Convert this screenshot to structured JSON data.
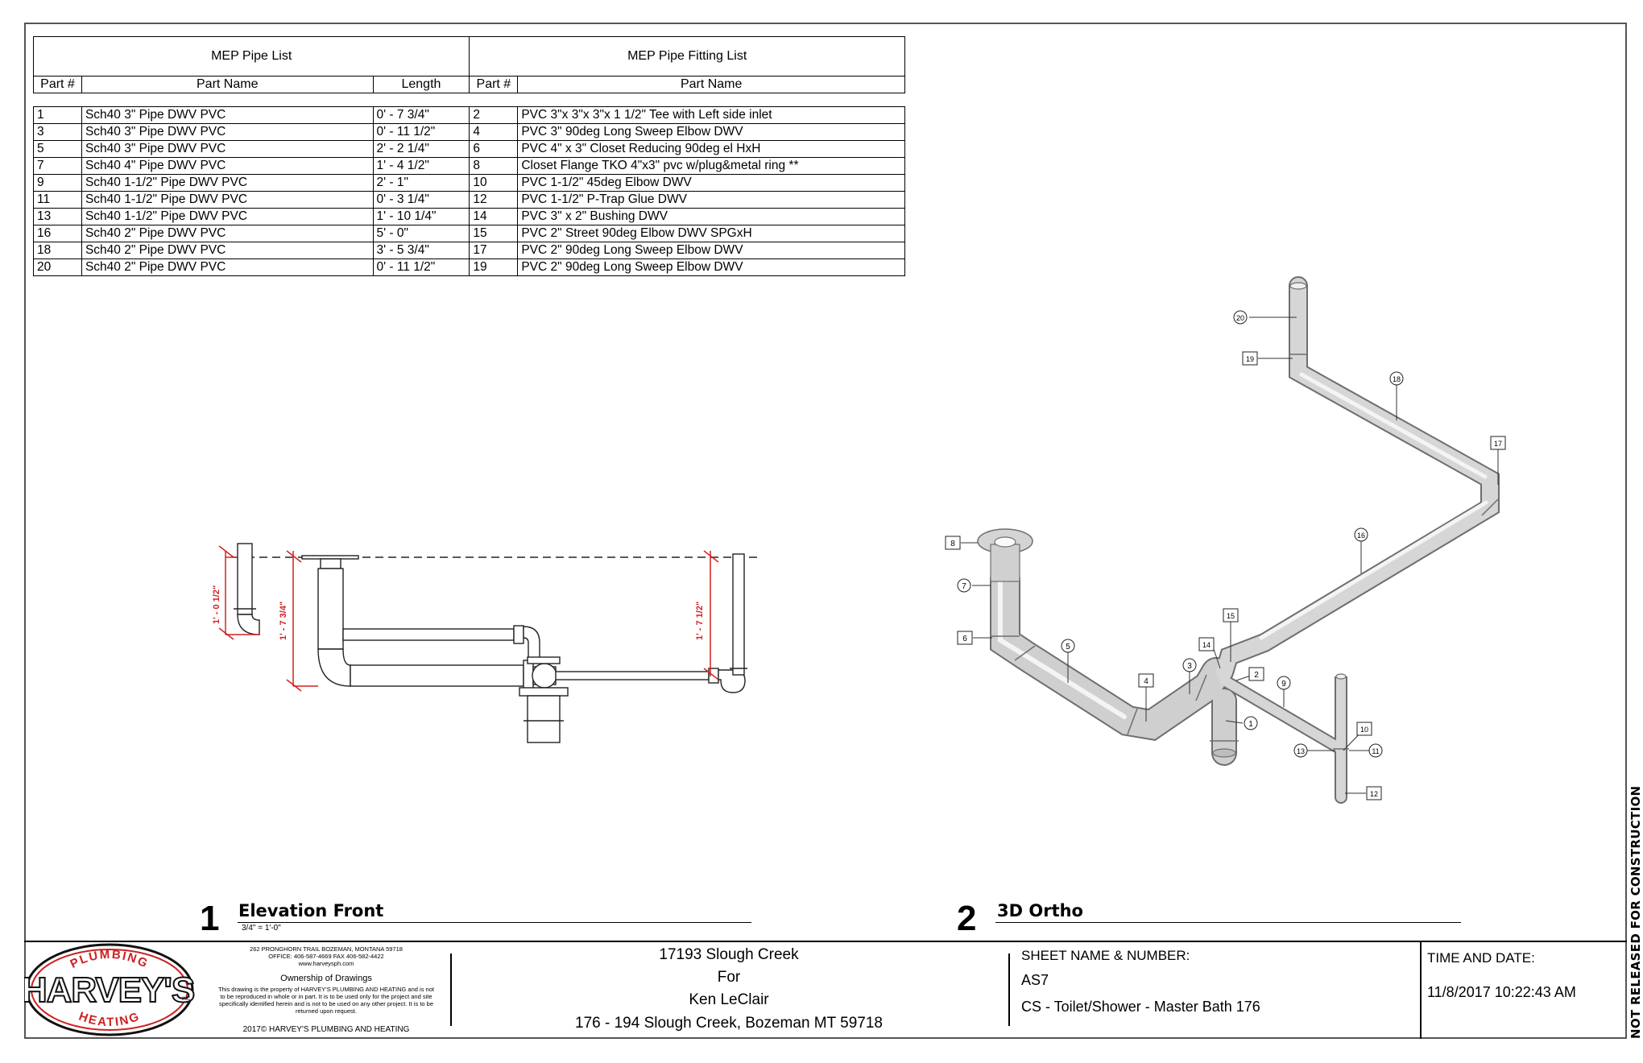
{
  "tables": {
    "pipe_list_title": "MEP Pipe List",
    "fitting_list_title": "MEP Pipe Fitting List",
    "headers": {
      "part_no": "Part #",
      "part_name": "Part Name",
      "length": "Length",
      "fit_part_no": "Part #",
      "fit_part_name": "Part Name"
    },
    "rows": [
      {
        "part": "1",
        "name": "Sch40 3\" Pipe DWV PVC",
        "length": "0' - 7 3/4\"",
        "fit_part": "2",
        "fit_name": "PVC 3\"x 3\"x 3\"x 1 1/2\" Tee with Left side inlet"
      },
      {
        "part": "3",
        "name": "Sch40 3\" Pipe DWV PVC",
        "length": "0' - 11 1/2\"",
        "fit_part": "4",
        "fit_name": "PVC 3\" 90deg Long Sweep Elbow DWV"
      },
      {
        "part": "5",
        "name": "Sch40 3\" Pipe DWV PVC",
        "length": "2' - 2 1/4\"",
        "fit_part": "6",
        "fit_name": "PVC 4\" x 3\" Closet Reducing 90deg el HxH"
      },
      {
        "part": "7",
        "name": "Sch40 4\" Pipe DWV PVC",
        "length": "1' - 4 1/2\"",
        "fit_part": "8",
        "fit_name": "Closet Flange  TKO 4\"x3\" pvc w/plug&metal ring **"
      },
      {
        "part": "9",
        "name": "Sch40 1-1/2\" Pipe DWV PVC",
        "length": "2' - 1\"",
        "fit_part": "10",
        "fit_name": "PVC 1-1/2\" 45deg Elbow DWV"
      },
      {
        "part": "11",
        "name": "Sch40 1-1/2\" Pipe DWV PVC",
        "length": "0' - 3 1/4\"",
        "fit_part": "12",
        "fit_name": "PVC 1-1/2\" P-Trap Glue DWV"
      },
      {
        "part": "13",
        "name": "Sch40 1-1/2\" Pipe DWV PVC",
        "length": "1' - 10 1/4\"",
        "fit_part": "14",
        "fit_name": "PVC 3\" x 2\" Bushing DWV"
      },
      {
        "part": "16",
        "name": "Sch40 2\" Pipe DWV PVC",
        "length": "5' - 0\"",
        "fit_part": "15",
        "fit_name": "PVC 2\" Street 90deg Elbow DWV SPGxH"
      },
      {
        "part": "18",
        "name": "Sch40 2\" Pipe DWV PVC",
        "length": "3' - 5 3/4\"",
        "fit_part": "17",
        "fit_name": "PVC 2\" 90deg Long Sweep Elbow DWV"
      },
      {
        "part": "20",
        "name": "Sch40 2\" Pipe DWV PVC",
        "length": "0' - 11 1/2\"",
        "fit_part": "19",
        "fit_name": "PVC 2\" 90deg Long Sweep Elbow DWV"
      }
    ]
  },
  "elevation": {
    "number": "1",
    "title": "Elevation Front",
    "scale": "3/4\" = 1'-0\"",
    "dims": [
      "1' - 0 1/2\"",
      "1' - 7 3/4\"",
      "1' - 7 1/2\""
    ]
  },
  "ortho": {
    "number": "2",
    "title": "3D Ortho",
    "tags": [
      "1",
      "2",
      "3",
      "4",
      "5",
      "6",
      "7",
      "8",
      "9",
      "10",
      "11",
      "12",
      "13",
      "14",
      "15",
      "16",
      "17",
      "18",
      "19",
      "20"
    ]
  },
  "title_block": {
    "logo_top": "PLUMBING",
    "logo_main": "HARVEY'S",
    "logo_inc": "INC.",
    "logo_bottom": "HEATING",
    "address": "262 PRONGHORN TRAIL BOZEMAN, MONTANA 59718",
    "office": "OFFICE: 406-587-4669 FAX 406-582-4422",
    "website": "www.harveysph.com",
    "ownership_title": "Ownership of Drawings",
    "ownership_text": "This drawing is the property of HARVEY'S PLUMBING AND HEATING and is not to be reproduced in whole or in part. It is to be used only for the project and site specifically identified herein and is not to be used on any other project. It is to be returned upon request.",
    "copyright": "2017© HARVEY'S PLUMBING AND HEATING",
    "project_name": "17193 Slough Creek",
    "for_label": "For",
    "client": "Ken LeClair",
    "project_address": "176 - 194 Slough Creek, Bozeman MT 59718",
    "sheet_label": "SHEET NAME & NUMBER:",
    "sheet_number": "AS7",
    "sheet_name": "CS - Toilet/Shower - Master Bath 176",
    "time_label": "TIME AND DATE:",
    "timestamp": "11/8/2017 10:22:43 AM"
  },
  "side_note": "NOT RELEASED FOR CONSTRUCTION",
  "colors": {
    "dim_red": "#d42020",
    "pipe_fill": "#c8c8c8",
    "pipe_edge": "#6e6e6e"
  }
}
